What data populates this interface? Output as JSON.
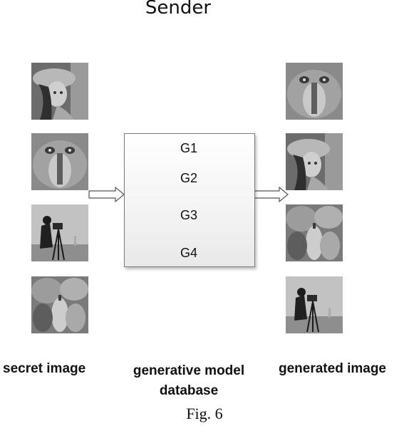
{
  "title": "Sender",
  "columns": {
    "left_label": "secret image",
    "middle_label": "generative model database",
    "right_label": "generated image"
  },
  "models": [
    "G1",
    "G2",
    "G3",
    "G4"
  ],
  "caption": "Fig. 6",
  "left_images": [
    "woman-in-hat-photo",
    "baboon-photo",
    "cameraman-photo",
    "peppers-photo"
  ],
  "right_images": [
    "baboon-photo",
    "woman-in-hat-photo",
    "peppers-photo",
    "cameraman-photo"
  ]
}
